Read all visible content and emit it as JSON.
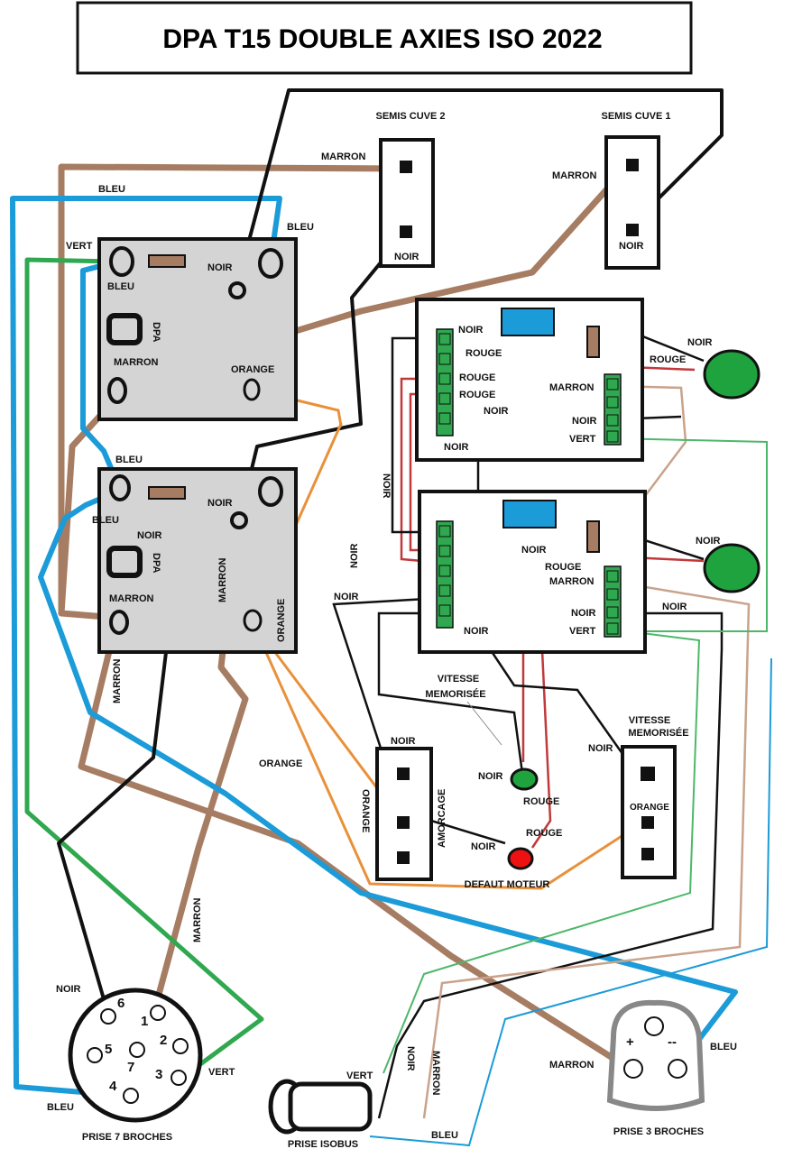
{
  "title": "DPA T15 DOUBLE AXIES ISO 2022",
  "colors": {
    "marron": "#a67c62",
    "bleu": "#1b9bd8",
    "vert": "#2fa84f",
    "noir": "#111111",
    "orange": "#e8913a",
    "rouge": "#c0393b"
  },
  "semis_cuve_2": {
    "title": "SEMIS CUVE 2",
    "pin_top": "MARRON",
    "pin_bottom": "NOIR"
  },
  "semis_cuve_1": {
    "title": "SEMIS CUVE 1",
    "pin_top": "MARRON",
    "pin_bottom": "NOIR"
  },
  "dpa_1": {
    "label": "DPA",
    "vert": "VERT",
    "bleu_top": "BLEU",
    "bleu_left": "BLEU",
    "noir": "NOIR",
    "marron": "MARRON",
    "orange": "ORANGE"
  },
  "dpa_2": {
    "label": "DPA",
    "bleu_top": "BLEU",
    "bleu_under": "BLEU",
    "noir_left": "NOIR",
    "noir_right": "NOIR",
    "marron_left": "MARRON",
    "marron_right": "MARRON",
    "orange": "ORANGE"
  },
  "relay_1": {
    "noir_top": "NOIR",
    "rouge_1": "ROUGE",
    "rouge_2": "ROUGE",
    "rouge_3": "ROUGE",
    "noir_mid": "NOIR",
    "noir_bottom": "NOIR",
    "rouge_right": "ROUGE",
    "marron": "MARRON",
    "noir_right": "NOIR",
    "vert": "VERT",
    "noir_led": "NOIR"
  },
  "relay_2": {
    "noir_mid": "NOIR",
    "noir_bottom": "NOIR",
    "rouge": "ROUGE",
    "marron": "MARRON",
    "noir_right_1": "NOIR",
    "noir_right_2": "NOIR",
    "vert": "VERT",
    "noir_led": "NOIR"
  },
  "left_labels": {
    "noir_vertical_1": "NOIR",
    "noir_vertical_2": "NOIR",
    "noir_horizontal": "NOIR",
    "marron_vertical": "MARRON",
    "marron_long": "MARRON",
    "orange_wire": "ORANGE"
  },
  "vitesse_label_1": [
    "VITESSE",
    "MEMORISÉE"
  ],
  "vitesse_label_2": [
    "VITESSE",
    "MEMORISÉE"
  ],
  "amorcage": {
    "label": "AMORCAGE",
    "noir": "NOIR",
    "orange": "ORANGE"
  },
  "vitesse_box": {
    "noir": "NOIR",
    "orange": "ORANGE"
  },
  "led_green": {
    "noir": "NOIR",
    "rouge": "ROUGE"
  },
  "led_red": {
    "noir": "NOIR",
    "rouge": "ROUGE",
    "label": "DEFAUT MOTEUR"
  },
  "prise_7": {
    "title": "PRISE 7 BROCHES",
    "pins": [
      "1",
      "2",
      "3",
      "4",
      "5",
      "6",
      "7"
    ],
    "noir": "NOIR",
    "vert": "VERT",
    "bleu": "BLEU"
  },
  "prise_isobus": {
    "title": "PRISE ISOBUS",
    "vert": "VERT",
    "noir": "NOIR",
    "marron": "MARRON",
    "bleu": "BLEU"
  },
  "prise_3": {
    "title": "PRISE 3 BROCHES",
    "plus": "+",
    "minus": "--",
    "marron": "MARRON",
    "bleu": "BLEU"
  }
}
